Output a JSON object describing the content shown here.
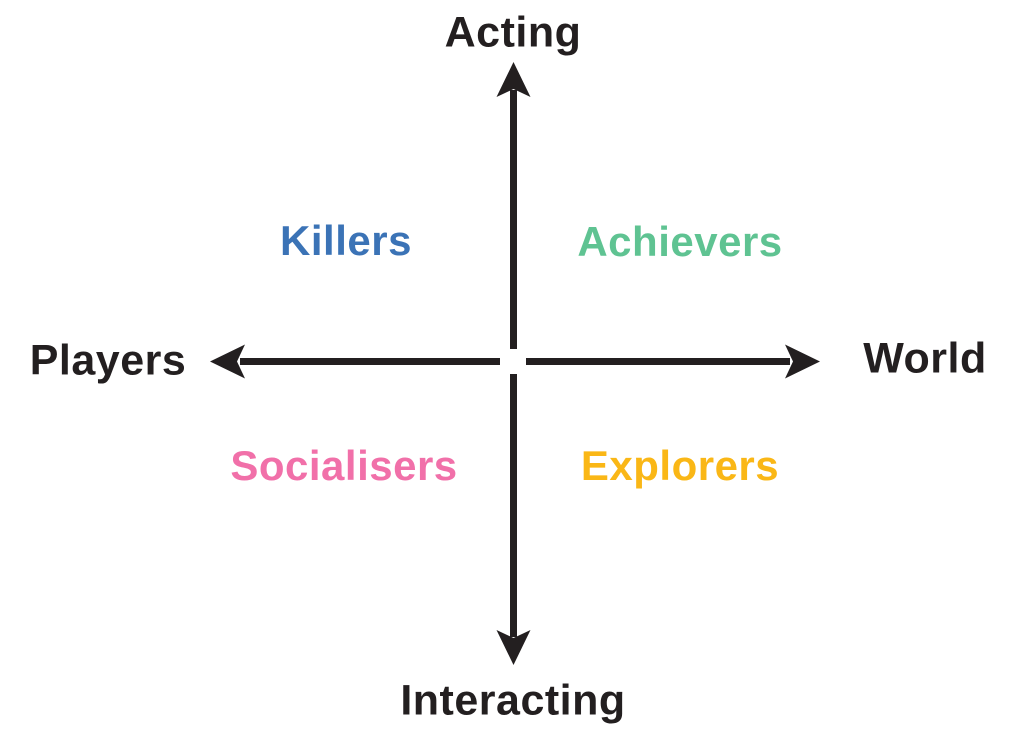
{
  "diagram": {
    "name": "Bartle player types quadrant",
    "background": "#ffffff",
    "axis_color": "#231f20",
    "axes": {
      "top": "Acting",
      "bottom": "Interacting",
      "left": "Players",
      "right": "World"
    },
    "quadrants": [
      {
        "position": "top-left",
        "label": "Killers",
        "color": "#3b73b6"
      },
      {
        "position": "top-right",
        "label": "Achievers",
        "color": "#5fc392"
      },
      {
        "position": "bottom-left",
        "label": "Socialisers",
        "color": "#f170a9"
      },
      {
        "position": "bottom-right",
        "label": "Explorers",
        "color": "#fab716"
      }
    ]
  }
}
